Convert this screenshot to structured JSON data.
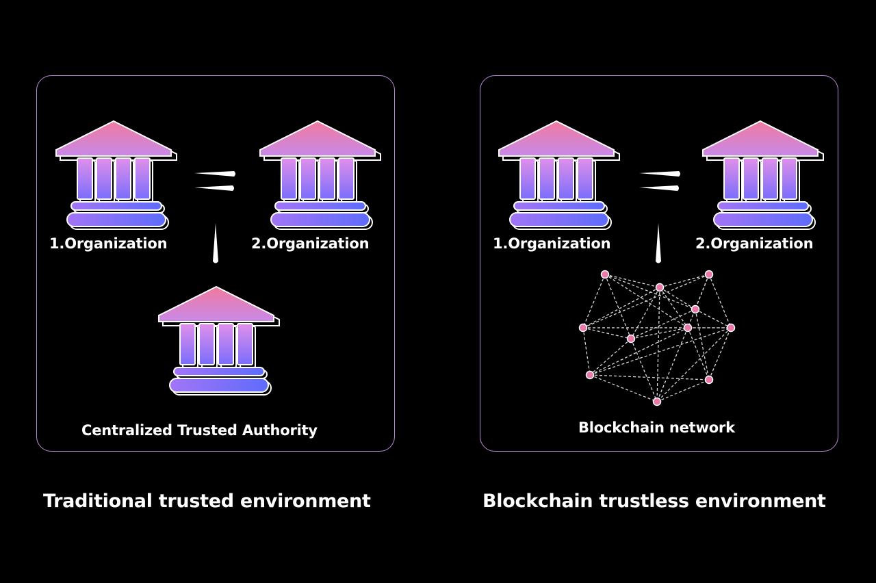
{
  "left_panel": {
    "org1_label": "1.Organization",
    "org2_label": "2.Organization",
    "authority_label": "Centralized Trusted Authority",
    "caption": "Traditional trusted environment"
  },
  "right_panel": {
    "org1_label": "1.Organization",
    "org2_label": "2.Organization",
    "network_label": "Blockchain network",
    "caption": "Blockchain trustless environment"
  },
  "colors": {
    "roof_top": "#f07a9e",
    "roof_bottom": "#c889e8",
    "column_top": "#d88bea",
    "column_bottom": "#7a6dfb",
    "base": "#7b6bfa",
    "node": "#e879a8",
    "panel_border": "#b88ad6",
    "background": "#000000"
  },
  "icons": {
    "organization": "bank-building-icon",
    "network": "network-graph-icon"
  }
}
